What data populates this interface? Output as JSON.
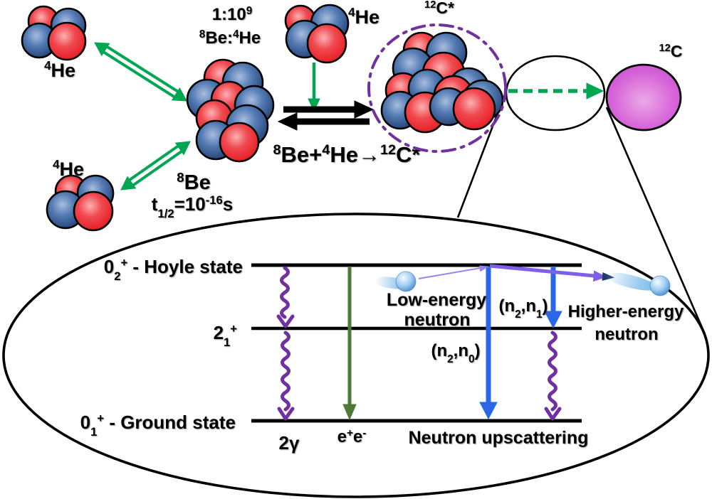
{
  "palette": {
    "arrow_green": "#00A651",
    "arrow_olive_green": "#4E7A35",
    "arrow_blue": "#2966E8",
    "arrow_violet": "#7D5FE8",
    "wavy_gamma_purple": "#7030A0",
    "dashdot_ring_purple": "#7030A0",
    "equilibrium_arrow_black": "#000000",
    "proton_red": "#E8232B",
    "neutron_blue": "#2C4C80",
    "carbon12_magenta": "#C843CE",
    "neutron_ball_blue": "#5597D8"
  },
  "plain": {
    "gamma2": "2γ",
    "low_neutron_line1": "Low-energy",
    "low_neutron_line2": "neutron",
    "high_neutron_line1": "Higher-energy",
    "high_neutron_line2": "neutron",
    "upscattering": "Neutron upscattering"
  },
  "rich": {
    "he4_top": [
      {
        "t": "4",
        "v": "sup"
      },
      {
        "t": "He"
      }
    ],
    "he4_bottom": [
      {
        "t": "4",
        "v": "sup"
      },
      {
        "t": "He"
      }
    ],
    "he4_beam": [
      {
        "t": "4",
        "v": "sup"
      },
      {
        "t": "He"
      }
    ],
    "ratio1": [
      {
        "t": "1:10"
      },
      {
        "t": "9",
        "v": "sup"
      }
    ],
    "ratio2": [
      {
        "t": "8",
        "v": "sup"
      },
      {
        "t": "Be:"
      },
      {
        "t": "4",
        "v": "sup"
      },
      {
        "t": "He"
      }
    ],
    "be8": [
      {
        "t": "8",
        "v": "sup"
      },
      {
        "t": "Be"
      }
    ],
    "halflife": [
      {
        "t": "t"
      },
      {
        "t": "1/2",
        "v": "sub"
      },
      {
        "t": "=10"
      },
      {
        "t": "-16",
        "v": "sup"
      },
      {
        "t": "s"
      }
    ],
    "reaction": [
      {
        "t": "8",
        "v": "sup"
      },
      {
        "t": "Be+"
      },
      {
        "t": "4",
        "v": "sup"
      },
      {
        "t": "He"
      },
      {
        "t": "→"
      },
      {
        "t": "12",
        "v": "sup"
      },
      {
        "t": "C*"
      }
    ],
    "c12star": [
      {
        "t": "12",
        "v": "sup"
      },
      {
        "t": "C*"
      }
    ],
    "c12": [
      {
        "t": "12",
        "v": "sup"
      },
      {
        "t": "C"
      }
    ],
    "hoyle_level": [
      {
        "t": "0"
      },
      {
        "t": "2",
        "v": "sub"
      },
      {
        "t": "+",
        "v": "sup"
      },
      {
        "t": " - Hoyle state"
      }
    ],
    "spin2_level": [
      {
        "t": "2"
      },
      {
        "t": "1",
        "v": "sub"
      },
      {
        "t": "+",
        "v": "sup"
      }
    ],
    "ground_level": [
      {
        "t": "0"
      },
      {
        "t": "1",
        "v": "sub"
      },
      {
        "t": "+",
        "v": "sup"
      },
      {
        "t": " - Ground state"
      }
    ],
    "epem": [
      {
        "t": "e"
      },
      {
        "t": "+",
        "v": "sup"
      },
      {
        "t": "e"
      },
      {
        "t": "-",
        "v": "sup"
      }
    ],
    "n2n1": [
      {
        "t": "(n"
      },
      {
        "t": "2",
        "v": "sub"
      },
      {
        "t": ",n"
      },
      {
        "t": "1",
        "v": "sub"
      },
      {
        "t": ")"
      }
    ],
    "n2n0": [
      {
        "t": "(n"
      },
      {
        "t": "2",
        "v": "sub"
      },
      {
        "t": ",n"
      },
      {
        "t": "0",
        "v": "sub"
      },
      {
        "t": ")"
      }
    ]
  }
}
